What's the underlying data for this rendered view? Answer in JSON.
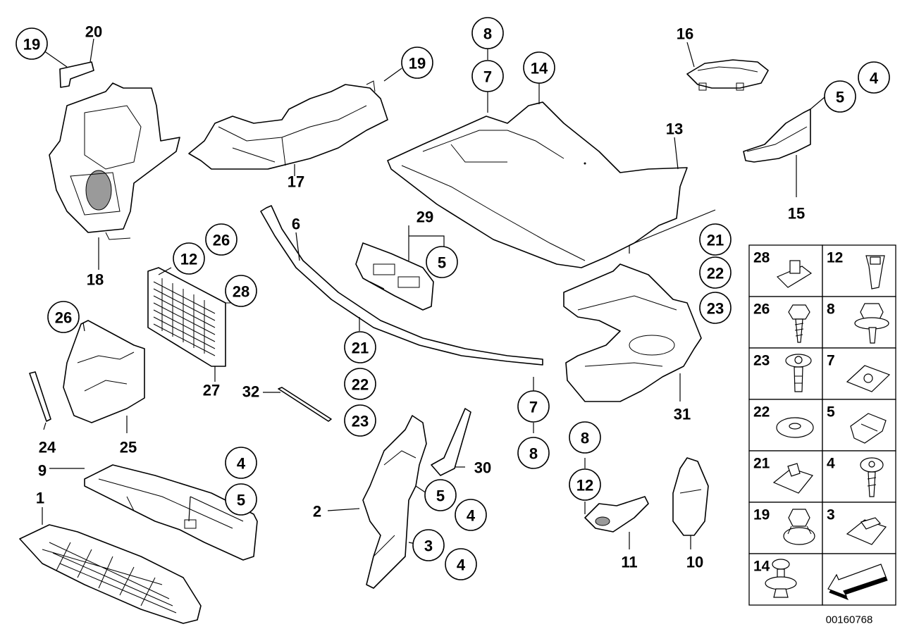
{
  "diagram": {
    "reference_code": "00160768",
    "callouts": [
      {
        "id": "c-19a",
        "label": "19",
        "circled": true
      },
      {
        "id": "c-20",
        "label": "20",
        "circled": false
      },
      {
        "id": "c-18",
        "label": "18",
        "circled": false
      },
      {
        "id": "c-19b",
        "label": "19",
        "circled": true
      },
      {
        "id": "c-17",
        "label": "17",
        "circled": false
      },
      {
        "id": "c-8a",
        "label": "8",
        "circled": true
      },
      {
        "id": "c-7a",
        "label": "7",
        "circled": true
      },
      {
        "id": "c-14",
        "label": "14",
        "circled": true
      },
      {
        "id": "c-16",
        "label": "16",
        "circled": false
      },
      {
        "id": "c-4a",
        "label": "4",
        "circled": true
      },
      {
        "id": "c-5a",
        "label": "5",
        "circled": true
      },
      {
        "id": "c-13",
        "label": "13",
        "circled": false
      },
      {
        "id": "c-15",
        "label": "15",
        "circled": false
      },
      {
        "id": "c-6",
        "label": "6",
        "circled": false
      },
      {
        "id": "c-29",
        "label": "29",
        "circled": false
      },
      {
        "id": "c-5b",
        "label": "5",
        "circled": true
      },
      {
        "id": "c-12a",
        "label": "12",
        "circled": true
      },
      {
        "id": "c-26a",
        "label": "26",
        "circled": true
      },
      {
        "id": "c-28",
        "label": "28",
        "circled": true
      },
      {
        "id": "c-26b",
        "label": "26",
        "circled": true
      },
      {
        "id": "c-27",
        "label": "27",
        "circled": false
      },
      {
        "id": "c-21a",
        "label": "21",
        "circled": true
      },
      {
        "id": "c-22a",
        "label": "22",
        "circled": true
      },
      {
        "id": "c-23a",
        "label": "23",
        "circled": true
      },
      {
        "id": "c-21b",
        "label": "21",
        "circled": true
      },
      {
        "id": "c-22b",
        "label": "22",
        "circled": true
      },
      {
        "id": "c-23b",
        "label": "23",
        "circled": true
      },
      {
        "id": "c-31",
        "label": "31",
        "circled": false
      },
      {
        "id": "c-32",
        "label": "32",
        "circled": false
      },
      {
        "id": "c-24",
        "label": "24",
        "circled": false
      },
      {
        "id": "c-25",
        "label": "25",
        "circled": false
      },
      {
        "id": "c-7b",
        "label": "7",
        "circled": true
      },
      {
        "id": "c-8b",
        "label": "8",
        "circled": true
      },
      {
        "id": "c-30",
        "label": "30",
        "circled": false
      },
      {
        "id": "c-9",
        "label": "9",
        "circled": false
      },
      {
        "id": "c-4b",
        "label": "4",
        "circled": true
      },
      {
        "id": "c-5c",
        "label": "5",
        "circled": true
      },
      {
        "id": "c-1",
        "label": "1",
        "circled": false
      },
      {
        "id": "c-2",
        "label": "2",
        "circled": false
      },
      {
        "id": "c-5d",
        "label": "5",
        "circled": true
      },
      {
        "id": "c-4c",
        "label": "4",
        "circled": true
      },
      {
        "id": "c-3",
        "label": "3",
        "circled": true
      },
      {
        "id": "c-4d",
        "label": "4",
        "circled": true
      },
      {
        "id": "c-8c",
        "label": "8",
        "circled": true
      },
      {
        "id": "c-12b",
        "label": "12",
        "circled": true
      },
      {
        "id": "c-11",
        "label": "11",
        "circled": false
      },
      {
        "id": "c-10",
        "label": "10",
        "circled": false
      }
    ],
    "fastener_grid": [
      {
        "label": "28",
        "part": "clip-nut"
      },
      {
        "label": "12",
        "part": "expansion-nut"
      },
      {
        "label": "26",
        "part": "tapping-screw"
      },
      {
        "label": "8",
        "part": "hex-bolt-washer"
      },
      {
        "label": "23",
        "part": "torx-screw"
      },
      {
        "label": "7",
        "part": "spring-nut"
      },
      {
        "label": "22",
        "part": "washer"
      },
      {
        "label": "5",
        "part": "clip"
      },
      {
        "label": "21",
        "part": "body-nut"
      },
      {
        "label": "4",
        "part": "screw"
      },
      {
        "label": "19",
        "part": "hex-nut-collar"
      },
      {
        "label": "3",
        "part": "u-nut"
      },
      {
        "label": "14",
        "part": "push-rivet"
      },
      {
        "label": "",
        "part": "direction-arrow"
      }
    ]
  }
}
